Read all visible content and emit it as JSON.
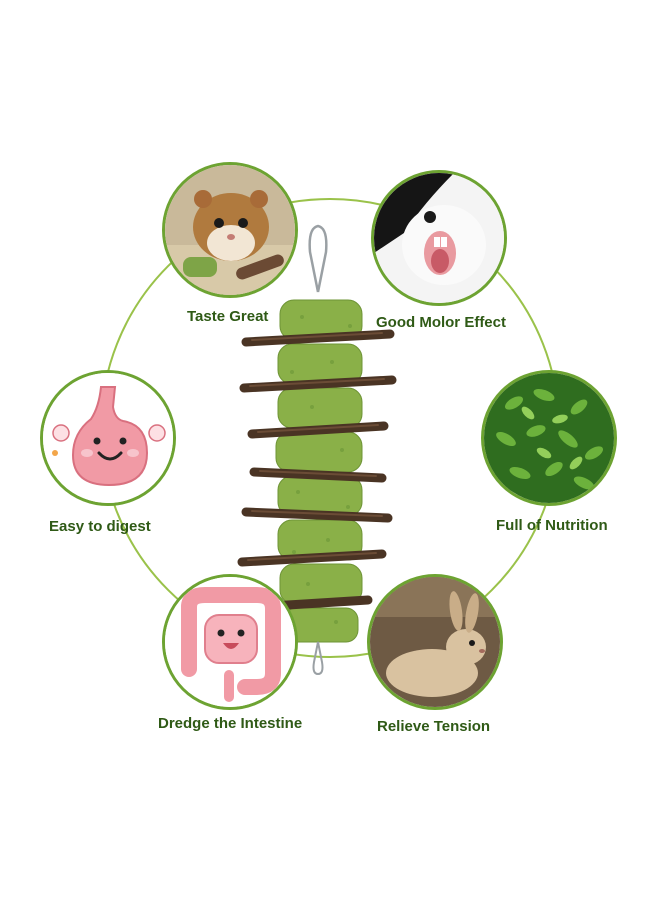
{
  "features": [
    {
      "id": "hamster",
      "label": "Taste Great",
      "icon": "hamster-photo"
    },
    {
      "id": "guinea-pig",
      "label": "Good Molor Effect",
      "icon": "guinea-pig-photo"
    },
    {
      "id": "stomach",
      "label": "Easy to digest",
      "icon": "stomach-cartoon"
    },
    {
      "id": "alfalfa",
      "label": "Full of Nutrition",
      "icon": "alfalfa-photo"
    },
    {
      "id": "intestine",
      "label": "Dredge the Intestine",
      "icon": "intestine-cartoon"
    },
    {
      "id": "rabbit",
      "label": "Relieve Tension",
      "icon": "rabbit-photo"
    }
  ],
  "colors": {
    "ring": "#9ac24a",
    "badge_border": "#6da332",
    "label": "#2f5a16",
    "hay": "#8ab048",
    "stick": "#4a3424"
  }
}
